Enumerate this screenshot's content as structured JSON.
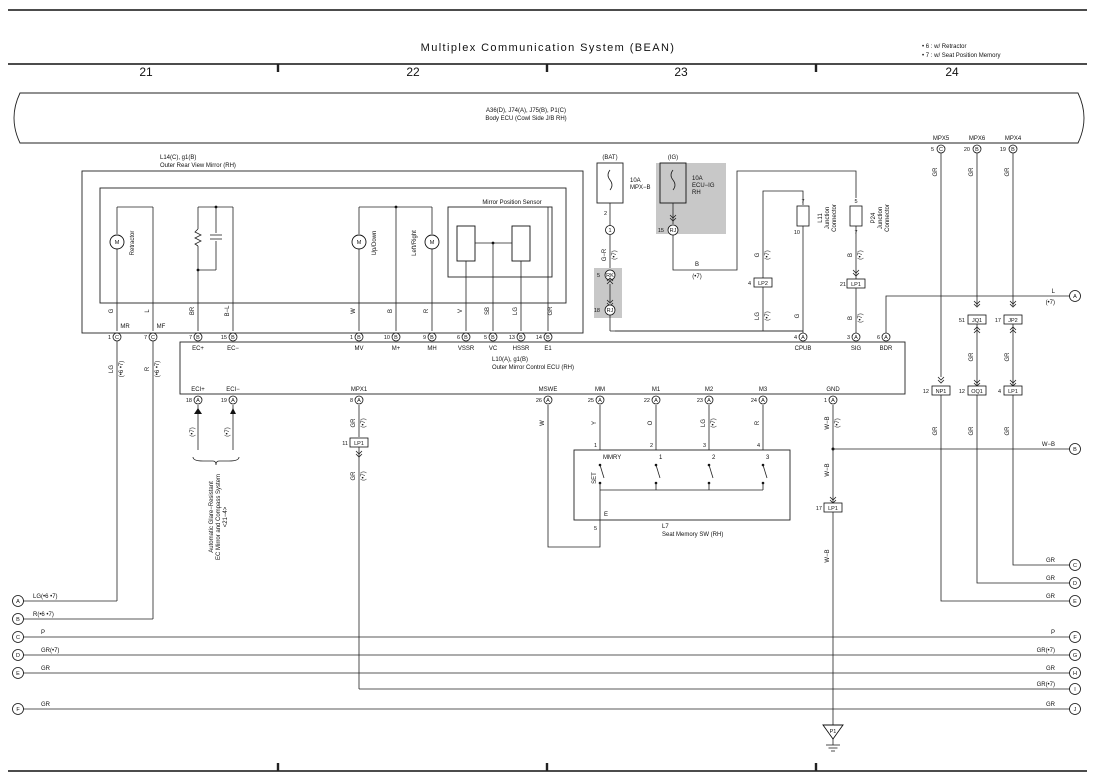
{
  "header": {
    "title": "Multiplex Communication System (BEAN)",
    "notes": [
      "• 6 : w/ Retractor",
      "• 7 : w/ Seat Position Memory"
    ],
    "columns": [
      "21",
      "22",
      "23",
      "24"
    ]
  },
  "body_ecu": {
    "codes": "A36(D), J74(A), J75(B), P1(C)",
    "name": "Body ECU (Cowl Side J/B RH)",
    "pins": [
      {
        "label": "MPX5",
        "num": "5",
        "conn": "C"
      },
      {
        "label": "MPX6",
        "num": "20",
        "conn": "B"
      },
      {
        "label": "MPX4",
        "num": "19",
        "conn": "B"
      }
    ]
  },
  "mirror": {
    "codes": "L14(C), g1(B)",
    "name": "Outer Rear View Mirror (RH)",
    "retractor": "Retractor",
    "updown": "Up/Down",
    "leftright": "Left/Right",
    "sensor": "Mirror Position Sensor",
    "motor": "M"
  },
  "ecu": {
    "codes": "L10(A), g1(B)",
    "name": "Outer Mirror Control ECU (RH)",
    "top_pins": [
      {
        "num": "1",
        "c": "C",
        "name": "MR"
      },
      {
        "num": "7",
        "c": "C",
        "name": "MF"
      },
      {
        "num": "7",
        "c": "B",
        "name": "EC+"
      },
      {
        "num": "15",
        "c": "B",
        "name": "EC−"
      },
      {
        "num": "1",
        "c": "B",
        "name": "MV"
      },
      {
        "num": "10",
        "c": "B",
        "name": "M+"
      },
      {
        "num": "9",
        "c": "B",
        "name": "MH"
      },
      {
        "num": "6",
        "c": "B",
        "name": "VSSR"
      },
      {
        "num": "5",
        "c": "B",
        "name": "VC"
      },
      {
        "num": "13",
        "c": "B",
        "name": "HSSR"
      },
      {
        "num": "14",
        "c": "B",
        "name": "E1"
      },
      {
        "num": "4",
        "c": "A",
        "name": "CPUB"
      },
      {
        "num": "3",
        "c": "A",
        "name": "SIG"
      },
      {
        "num": "6",
        "c": "A",
        "name": "BDR"
      }
    ],
    "bottom_pins": [
      {
        "num": "18",
        "c": "A",
        "name": "ECI+"
      },
      {
        "num": "19",
        "c": "A",
        "name": "ECI−"
      },
      {
        "num": "8",
        "c": "A",
        "name": "MPX1"
      },
      {
        "num": "26",
        "c": "A",
        "name": "MSWE"
      },
      {
        "num": "25",
        "c": "A",
        "name": "MM"
      },
      {
        "num": "22",
        "c": "A",
        "name": "M1"
      },
      {
        "num": "23",
        "c": "A",
        "name": "M2"
      },
      {
        "num": "24",
        "c": "A",
        "name": "M3"
      },
      {
        "num": "1",
        "c": "A",
        "name": "GND"
      }
    ]
  },
  "wire_colors": {
    "g": "G",
    "l": "L",
    "br": "BR",
    "bl": "B−L",
    "w": "W",
    "b": "B",
    "r": "R",
    "v": "V",
    "sb": "SB",
    "lg": "LG",
    "gr": "GR",
    "y": "Y",
    "o": "O",
    "gr2": "G−R",
    "wb": "W−B"
  },
  "fuses": {
    "bat": "(BAT)",
    "ig": "(IG)",
    "mpxb_amp": "10A",
    "mpxb_name": "MPX−B",
    "ecuig_amp": "10A",
    "ecuig_name1": "ECU−IG",
    "ecuig_name2": "RH"
  },
  "pin_texts": {
    "p2": "2",
    "p1": "1",
    "rk5": "5",
    "rk": "RK",
    "rj18": "18",
    "rj": "RJ",
    "rj15": "15",
    "rj2": "RJ",
    "s7": "(•7)",
    "b_label": "B",
    "lp2_4": "4",
    "lp2": "LP2",
    "lp1_21": "21",
    "lp1": "LP1",
    "l11_7": "7",
    "l11_10": "10",
    "l11": "L11",
    "l11_name": "Junction\nConnector",
    "p24_5": "5",
    "p24_7": "7",
    "p24": "P24",
    "p24_name": "Junction\nConnector",
    "jq1_51": "51",
    "jq1": "JQ1",
    "jp2_17": "17",
    "jp2": "JP2",
    "np1_12": "12",
    "np1": "NP1",
    "oq1_12": "12",
    "oq1": "OQ1",
    "lp1b_4": "4",
    "lp1b": "LP1",
    "lp1c_11": "11",
    "lp1c": "LP1",
    "lp1d_17": "17",
    "lp1d": "LP1",
    "p6": "(•6 •7)"
  },
  "ext_label": "Automatic Glare−Resistant EC Mirror and Compass System <21−4>",
  "seat_switch": {
    "code": "L7",
    "name": "Seat Memory SW (RH)",
    "pins": [
      "1",
      "2",
      "3",
      "4"
    ],
    "labels": [
      "MMRY",
      "1",
      "2",
      "3"
    ],
    "set": "SET",
    "e": "E",
    "p5": "5"
  },
  "ground": "P1",
  "left_connectors": [
    {
      "id": "A",
      "label": "LG(•6 •7)"
    },
    {
      "id": "B",
      "label": "R(•6 •7)"
    },
    {
      "id": "C",
      "label": "P"
    },
    {
      "id": "D",
      "label": "GR(•7)"
    },
    {
      "id": "E",
      "label": "GR"
    },
    {
      "id": "F",
      "label": "GR"
    }
  ],
  "right_connectors": [
    {
      "id": "A",
      "label": "L",
      "sub": "(•7)"
    },
    {
      "id": "B",
      "label": "W−B"
    },
    {
      "id": "C",
      "label": "GR"
    },
    {
      "id": "D",
      "label": "GR"
    },
    {
      "id": "E",
      "label": "GR"
    },
    {
      "id": "F",
      "label": "P"
    },
    {
      "id": "G",
      "label": "GR(•7)"
    },
    {
      "id": "H",
      "label": "GR"
    },
    {
      "id": "I",
      "label": "GR(•7)"
    },
    {
      "id": "J",
      "label": "GR"
    }
  ]
}
